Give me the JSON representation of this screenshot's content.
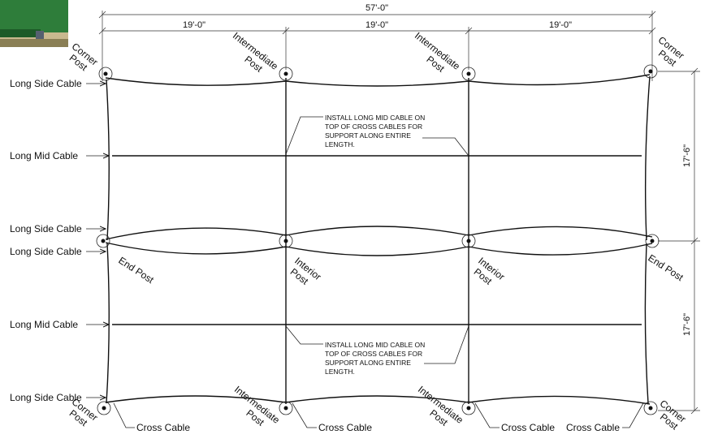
{
  "dimensions": {
    "overall": "57'-0\"",
    "bay1": "19'-0\"",
    "bay2": "19'-0\"",
    "bay3": "19'-0\"",
    "row1": "17'-6\"",
    "row2": "17'-6\""
  },
  "left_labels": {
    "long_side_1": "Long Side Cable",
    "long_mid_1": "Long Mid Cable",
    "long_side_2": "Long Side Cable",
    "long_side_3": "Long Side Cable",
    "long_mid_2": "Long Mid Cable",
    "long_side_4": "Long Side Cable"
  },
  "posts": {
    "corner": [
      "Corner",
      "Post"
    ],
    "intermediate": [
      "Intermediate",
      "Post"
    ],
    "end": "End Post",
    "interior": [
      "Interior",
      "Post"
    ]
  },
  "notes": {
    "note1": [
      "INSTALL LONG MID CABLE ON",
      "TOP OF CROSS CABLES FOR",
      "SUPPORT ALONG ENTIRE",
      "LENGTH."
    ],
    "note2": [
      "INSTALL LONG MID CABLE ON",
      "TOP OF CROSS CABLES FOR",
      "SUPPORT ALONG ENTIRE",
      "LENGTH."
    ]
  },
  "cross_cable_labels": {
    "c1": "Cross Cable",
    "c2": "Cross Cable",
    "c3": "Cross Cable",
    "c4": "Cross Cable"
  },
  "colors": {
    "line": "#111111",
    "photo_green": "#2e7d3a"
  }
}
